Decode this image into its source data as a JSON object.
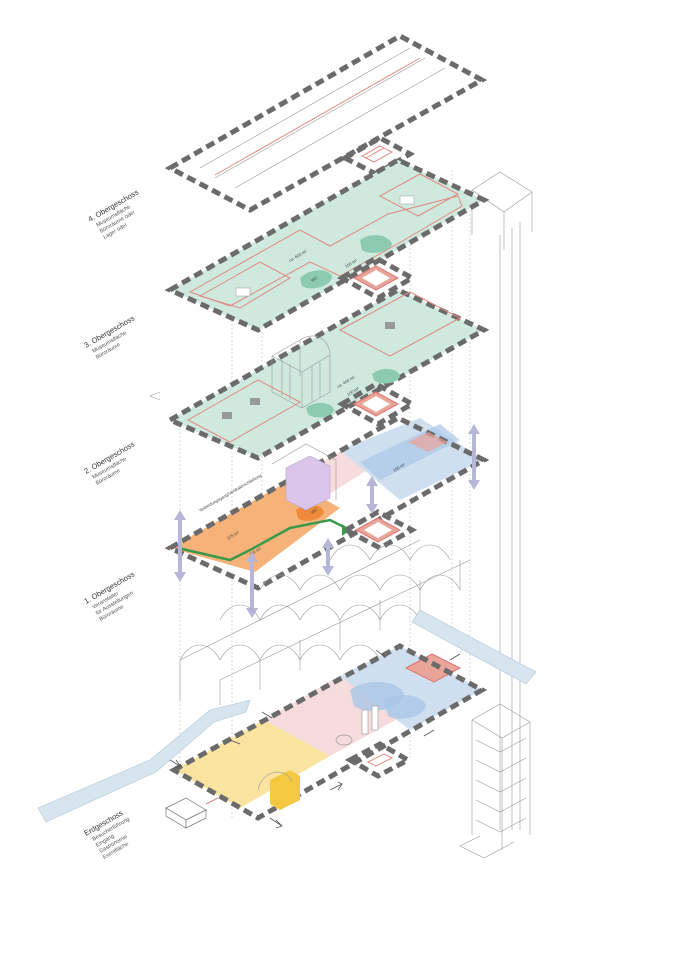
{
  "colors": {
    "green": "#cfe9df",
    "green_dark": "#8ccbb0",
    "orange": "#f6b278",
    "orange_dark": "#f08a3a",
    "purple": "#d9c6ea",
    "blue": "#cfdff0",
    "blue_dark": "#a9c6e6",
    "pink": "#f6dcdc",
    "salmon": "#e9a597",
    "yellow": "#fbe3a0",
    "yellow_dark": "#f5c842",
    "water": "#d7e5ef",
    "wall": "#6b6b6b",
    "arrow_lilac": "#b6b6d9",
    "path_green": "#3b9a4a"
  },
  "floors": [
    {
      "id": "4",
      "title": "4. Obergeschoss",
      "lines": [
        "Museumsfläche",
        "Büroräume oder",
        "Lager oder"
      ]
    },
    {
      "id": "3",
      "title": "3. Obergeschoss",
      "lines": [
        "Museumsfläche",
        "Büroräume"
      ]
    },
    {
      "id": "2",
      "title": "2. Obergeschoss",
      "lines": [
        "Museumsfläche",
        "Büroräume"
      ]
    },
    {
      "id": "1",
      "title": "1. Obergeschoss",
      "lines": [
        "Veranstalter",
        "für Ausstellungen",
        "Büroräume"
      ]
    },
    {
      "id": "eg",
      "title": "Erdgeschoss",
      "lines": [
        "Besucherführung",
        "Eingang",
        "Gastronomie",
        "Eventfläche"
      ]
    }
  ],
  "tags": {
    "f3_area": "ca. 600 m²",
    "f3_side": "150 m²",
    "f3_wc": "WC",
    "f2_area": "ca. 400 m²",
    "f2_side": "100 m²",
    "f1_blue": "150 m²",
    "f1_orange": "375 m²",
    "f1_orange2": "100 m²",
    "f1_wc": "WC",
    "f1_note": "Verbindungsgang/Vertikalerschließung"
  }
}
